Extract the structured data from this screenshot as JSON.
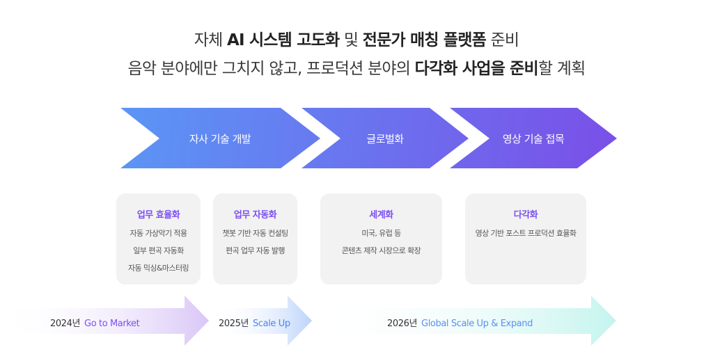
{
  "headline": {
    "line1": [
      {
        "text": "자체 ",
        "bold": false
      },
      {
        "text": "AI 시스템 고도화",
        "bold": true
      },
      {
        "text": " 및 ",
        "bold": false
      },
      {
        "text": "전문가 매칭 플랫폼",
        "bold": true
      },
      {
        "text": " 준비",
        "bold": false
      }
    ],
    "line2": [
      {
        "text": "음악 분야에만 그치지 않고, 프로덕션 분야의 ",
        "bold": false
      },
      {
        "text": "다각화 사업을 준비",
        "bold": true
      },
      {
        "text": "할 계획",
        "bold": false
      }
    ]
  },
  "stages": [
    {
      "label": "자사 기술 개발"
    },
    {
      "label": "글로벌화"
    },
    {
      "label": "영상 기술 접목"
    }
  ],
  "stage_gradient": {
    "start": "#5b96f5",
    "end": "#7a4fe8"
  },
  "cards": [
    {
      "title": "업무 효율화",
      "lines": [
        "자동 가상악기 적용",
        "일부 편곡 자동화",
        "자동 믹싱&마스터링"
      ]
    },
    {
      "title": "업무 자동화",
      "lines": [
        "챗봇 기반 자동 컨설팅",
        "편곡 업무 자동 발행"
      ]
    },
    {
      "title": "세계화",
      "lines": [
        "미국, 유럽 등",
        "콘텐츠 제작 시장으로 확장"
      ]
    },
    {
      "title": "다각화",
      "lines": [
        "영상 기반 포스트 프로덕션 효율화"
      ]
    }
  ],
  "card_title_color": "#7b4ff0",
  "timeline": [
    {
      "year": "2024년",
      "tagline": "Go to Market",
      "tagline_color": "#7b4ff0",
      "arrow_color": "#d9c6f7"
    },
    {
      "year": "2025년",
      "tagline": "Scale Up",
      "tagline_color": "#4d86f0",
      "arrow_color": "#bcd3fb"
    },
    {
      "year": "2026년",
      "tagline": "Global Scale Up & Expand",
      "tagline_color": "#5b8ef2",
      "arrow_color": "#c4f4ee"
    }
  ]
}
